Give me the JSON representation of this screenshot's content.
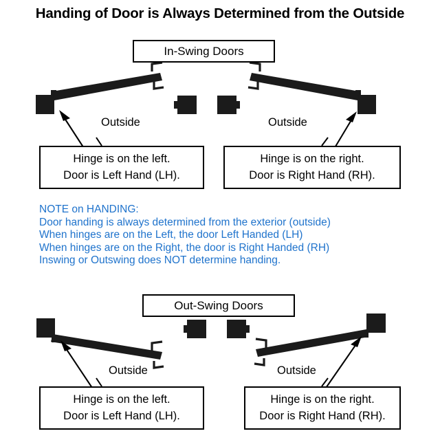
{
  "title": "Handing of Door is Always Determined from the Outside",
  "sections": [
    {
      "id": "in-swing",
      "header": "In-Swing Doors",
      "doors": [
        {
          "side": "left",
          "outside_label": "Outside",
          "callout": {
            "line1": "Hinge is on the left.",
            "line2": "Door is Left Hand (LH)."
          }
        },
        {
          "side": "right",
          "outside_label": "Outside",
          "callout": {
            "line1": "Hinge is on the right.",
            "line2": "Door is Right Hand (RH)."
          }
        }
      ]
    },
    {
      "id": "out-swing",
      "header": "Out-Swing Doors",
      "doors": [
        {
          "side": "left",
          "outside_label": "Outside",
          "callout": {
            "line1": "Hinge is on the left.",
            "line2": "Door is Left Hand (LH)."
          }
        },
        {
          "side": "right",
          "outside_label": "Outside",
          "callout": {
            "line1": "Hinge is on the right.",
            "line2": "Door is Right Hand (RH)."
          }
        }
      ]
    }
  ],
  "note": {
    "heading": "NOTE on HANDING:",
    "line1": "Door handing is always determined from the exterior (outside)",
    "line2": "When hinges are on the Left, the door Left Handed (LH)",
    "line3": "When hinges are on the Right, the door is Right Handed (RH)",
    "line4": "Inswing or Outswing does NOT determine handing.",
    "color": "#1f73cc"
  },
  "colors": {
    "ink": "#000000",
    "background": "#ffffff",
    "note_blue": "#1f73cc",
    "door_fill": "#1b1b1b"
  }
}
